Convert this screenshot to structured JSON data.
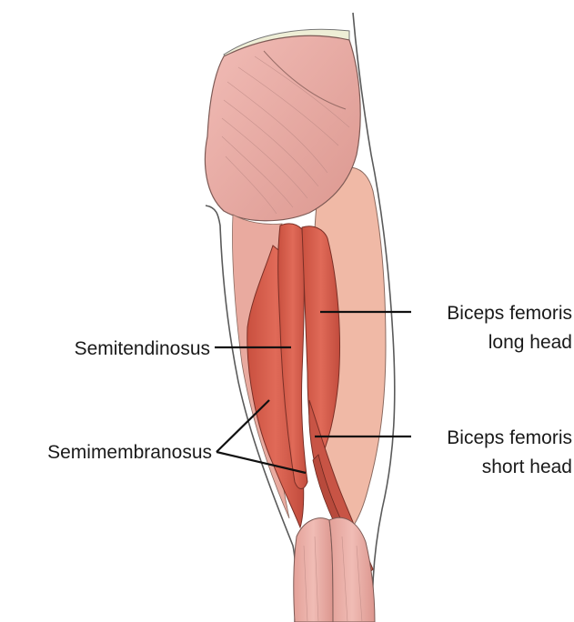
{
  "labels": {
    "semitendinosus": "Semitendinosus",
    "semimembranosus": "Semimembranosus",
    "biceps_long_line1": "Biceps femoris",
    "biceps_long_line2": "long head",
    "biceps_short_line1": "Biceps femoris",
    "biceps_short_line2": "short head"
  },
  "colors": {
    "background": "#ffffff",
    "gluteal": "#e9a8a3",
    "outer_thigh": "#f0b9a6",
    "hamstring": "#d9604f",
    "hamstring_dark": "#b8473a",
    "calf": "#e8a9a1",
    "skin_outline": "#555555",
    "leader_line": "#111111",
    "fascia": "#eeeed6"
  }
}
